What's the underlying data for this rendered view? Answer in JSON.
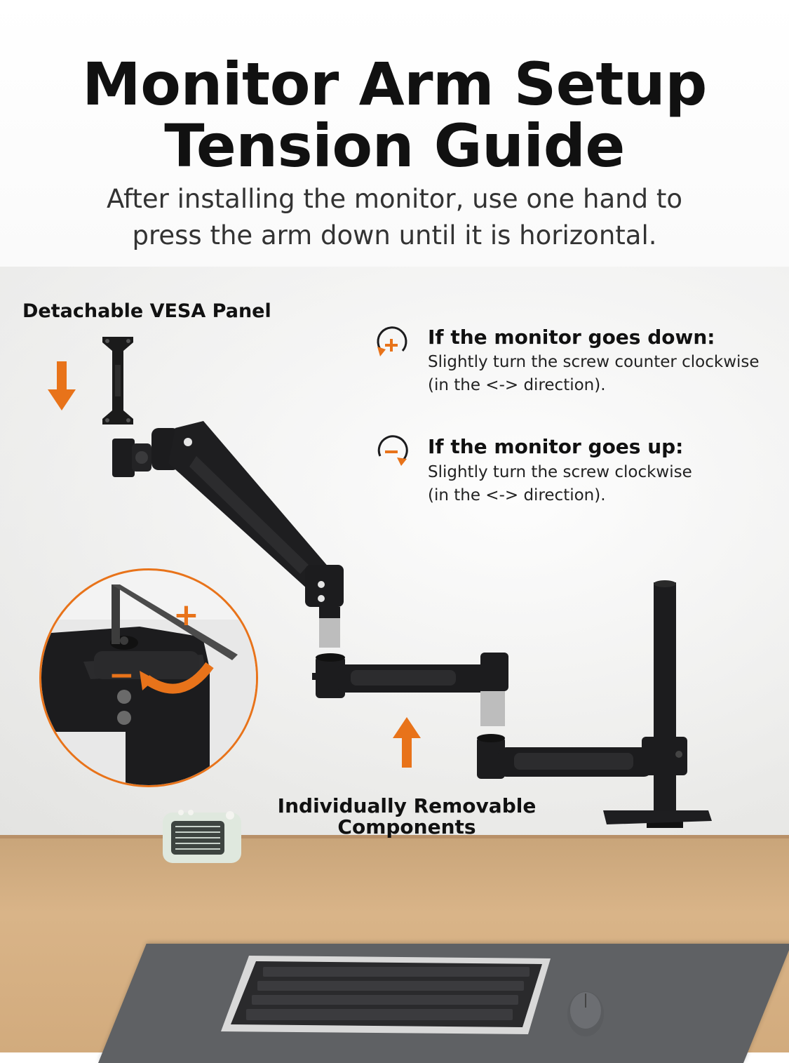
{
  "header": {
    "title_line1": "Monitor Arm Setup",
    "title_line2": "Tension Guide",
    "subtitle_line1": "After installing the monitor, use one hand to",
    "subtitle_line2": "press the arm down until it is horizontal."
  },
  "labels": {
    "vesa_panel": "Detachable VESA Panel",
    "components_line1": "Individually Removable",
    "components_line2": "Components"
  },
  "tips": [
    {
      "icon": "plus-rotate-icon",
      "heading": "If the monitor goes down:",
      "line1": "Slightly turn the screw counter clockwise",
      "line2": "(in the <-> direction)."
    },
    {
      "icon": "minus-rotate-icon",
      "heading": "If the monitor goes up:",
      "line1": "Slightly turn the screw clockwise",
      "line2": "(in the <-> direction)."
    }
  ],
  "inset": {
    "plus_symbol": "+",
    "minus_symbol": "−"
  },
  "colors": {
    "accent": "#E8731A",
    "arm": "#1c1c1e",
    "desk": "#d4ad80",
    "mat": "#5f6164"
  }
}
